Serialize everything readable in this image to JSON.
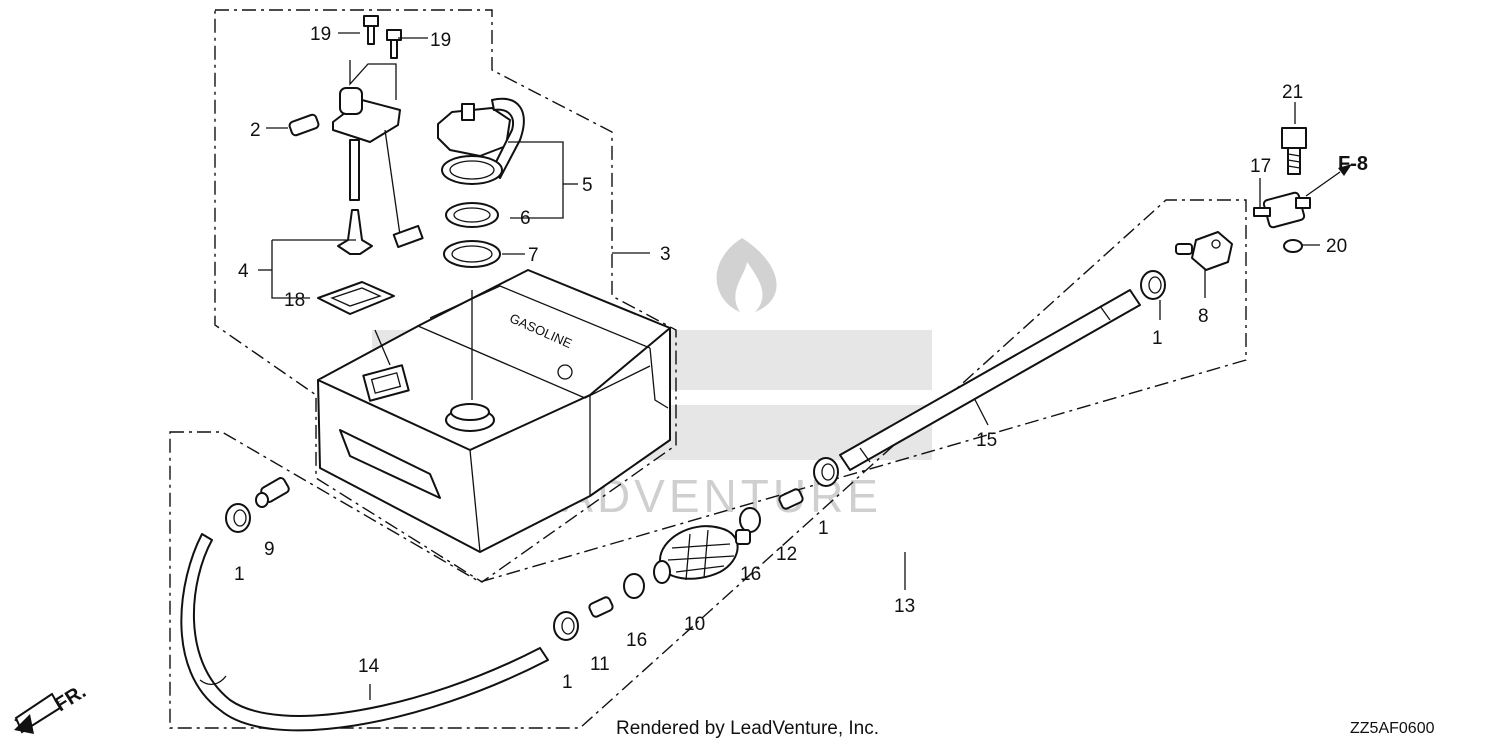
{
  "diagram": {
    "code": "ZZ5AF0600",
    "credit": "Rendered by LeadVenture, Inc.",
    "direction_label": "FR.",
    "reference_label": "F-8",
    "watermark": "LEADVENTURE",
    "tank_label": "GASOLINE",
    "callouts": [
      "19",
      "19",
      "2",
      "5",
      "6",
      "7",
      "3",
      "4",
      "18",
      "21",
      "17",
      "20",
      "8",
      "1",
      "15",
      "1",
      "12",
      "16",
      "10",
      "16",
      "11",
      "1",
      "13",
      "9",
      "1",
      "14"
    ]
  },
  "colors": {
    "line": "#111111",
    "watermark": "#d2d2d2",
    "background": "#ffffff"
  }
}
